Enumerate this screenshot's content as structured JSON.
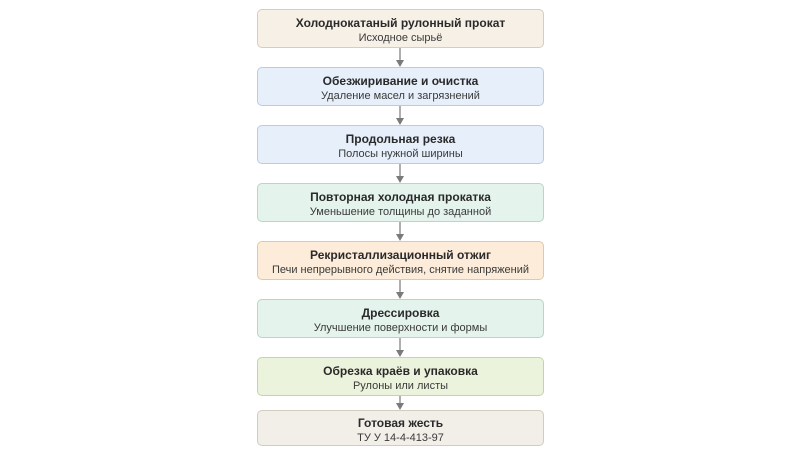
{
  "steps": [
    {
      "title": "Холоднокатаный рулонный прокат",
      "subtitle": "Исходное сырьё",
      "color": "#f6f0e6"
    },
    {
      "title": "Обезжиривание и очистка",
      "subtitle": "Удаление масел и загрязнений",
      "color": "#e6effa"
    },
    {
      "title": "Продольная резка",
      "subtitle": "Полосы нужной ширины",
      "color": "#e6effa"
    },
    {
      "title": "Повторная холодная прокатка",
      "subtitle": "Уменьшение толщины до заданной",
      "color": "#e4f3ec"
    },
    {
      "title": "Рекристаллизационный отжиг",
      "subtitle": "Печи непрерывного действия, снятие напряжений",
      "color": "#fcecd9"
    },
    {
      "title": "Дрессировка",
      "subtitle": "Улучшение поверхности и формы",
      "color": "#e4f3ec"
    },
    {
      "title": "Обрезка краёв и упаковка",
      "subtitle": "Рулоны или листы",
      "color": "#ebf3dc"
    },
    {
      "title": "Готовая жесть",
      "subtitle": "ТУ У 14-4-413-97",
      "color": "#f2efe9"
    }
  ],
  "arrow_color": "#7a7a7a"
}
